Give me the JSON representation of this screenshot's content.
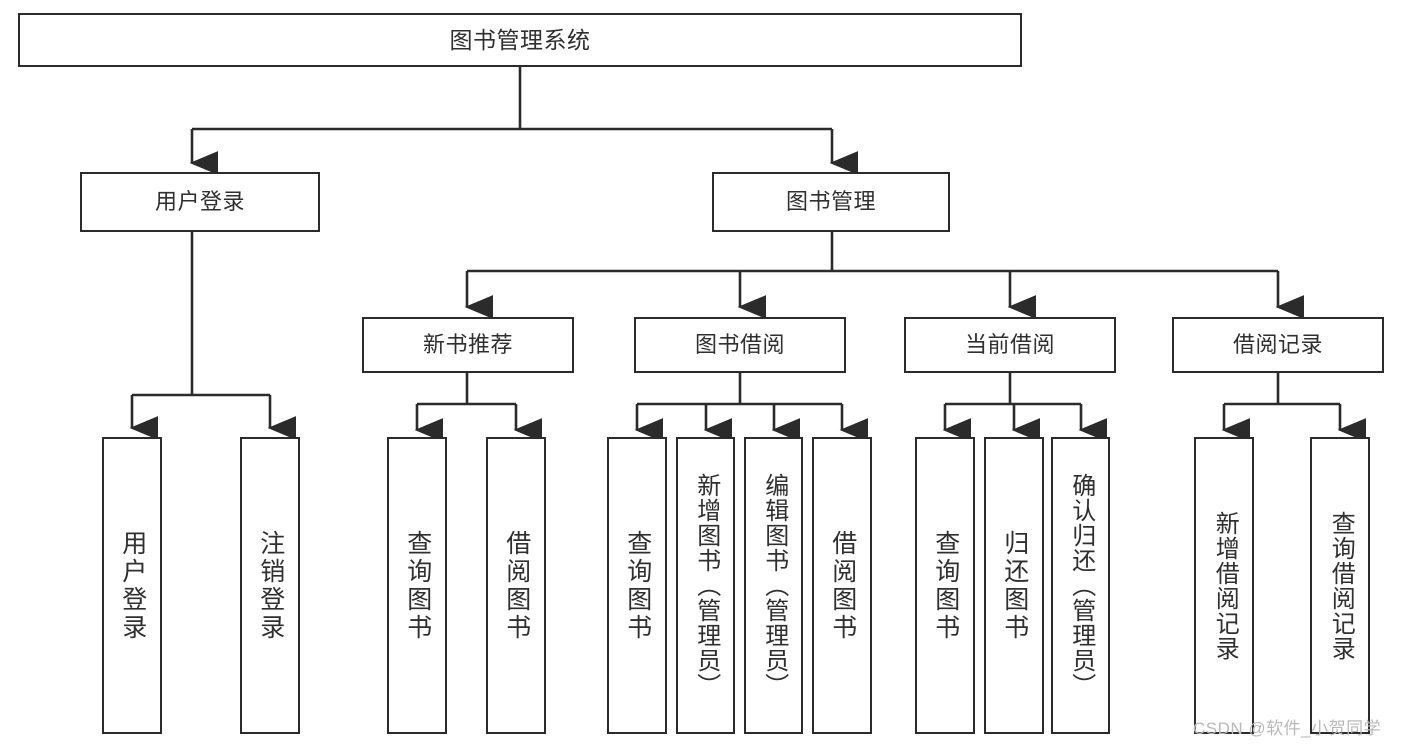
{
  "diagram": {
    "type": "tree",
    "title": "图书管理系统",
    "root": {
      "id": "root",
      "label": "图书管理系统"
    },
    "level1": [
      {
        "id": "user-login",
        "label": "用户登录"
      },
      {
        "id": "book-manage",
        "label": "图书管理"
      }
    ],
    "level2": [
      {
        "id": "new-book-rec",
        "label": "新书推荐",
        "parent": "book-manage"
      },
      {
        "id": "book-borrow",
        "label": "图书借阅",
        "parent": "book-manage"
      },
      {
        "id": "current-borrow",
        "label": "当前借阅",
        "parent": "book-manage"
      },
      {
        "id": "borrow-record",
        "label": "借阅记录",
        "parent": "book-manage"
      }
    ],
    "leaves": {
      "user_login": [
        {
          "id": "leaf-user-login",
          "label": "用户登录"
        },
        {
          "id": "leaf-logout",
          "label": "注销登录"
        }
      ],
      "new_book_rec": [
        {
          "id": "leaf-query-book-1",
          "label": "查询图书"
        },
        {
          "id": "leaf-borrow-book-1",
          "label": "借阅图书"
        }
      ],
      "book_borrow": [
        {
          "id": "leaf-query-book-2",
          "label": "查询图书"
        },
        {
          "id": "leaf-add-book",
          "label": "新增图书（管理员）"
        },
        {
          "id": "leaf-edit-book",
          "label": "编辑图书（管理员）"
        },
        {
          "id": "leaf-borrow-book-2",
          "label": "借阅图书"
        }
      ],
      "current_borrow": [
        {
          "id": "leaf-query-book-3",
          "label": "查询图书"
        },
        {
          "id": "leaf-return-book",
          "label": "归还图书"
        },
        {
          "id": "leaf-confirm-return",
          "label": "确认归还（管理员）"
        }
      ],
      "borrow_record": [
        {
          "id": "leaf-add-record",
          "label": "新增借阅记录"
        },
        {
          "id": "leaf-query-record",
          "label": "查询借阅记录"
        }
      ]
    }
  },
  "watermark": {
    "text": "CSDN @软件_小贺同学"
  },
  "colors": {
    "box_border": "#2b2b2b",
    "box_fill": "#ffffff",
    "text": "#2f2f2f",
    "connector": "#2b2b2b",
    "watermark": "#b9b9b9",
    "background": "#ffffff"
  }
}
